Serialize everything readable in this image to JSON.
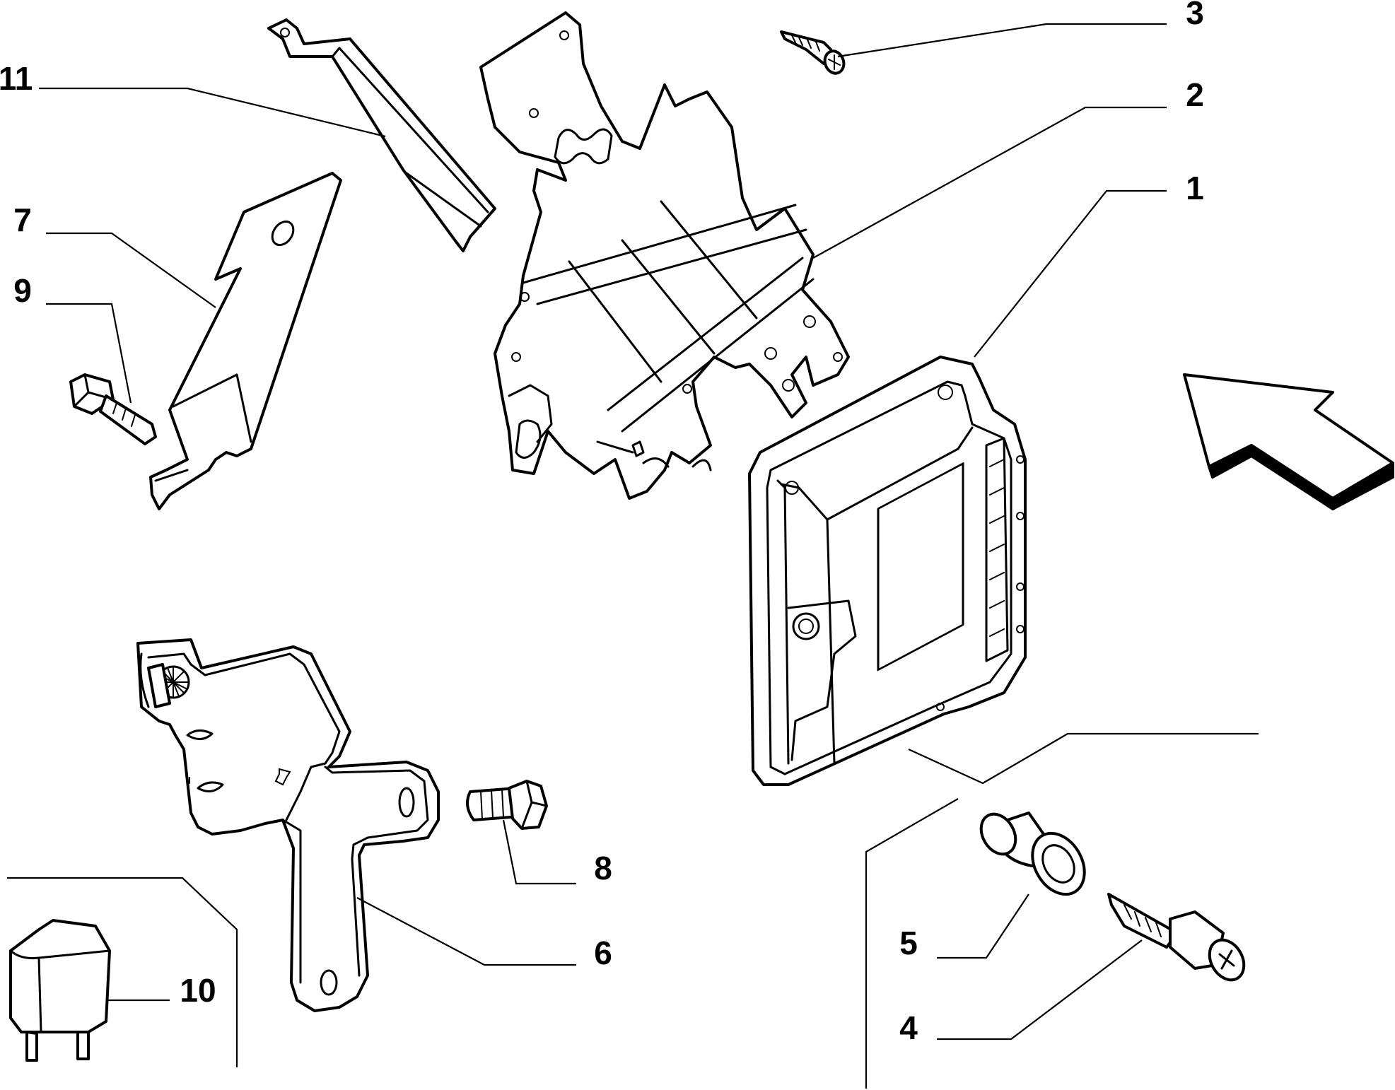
{
  "callouts": {
    "c1": "1",
    "c2": "2",
    "c3": "3",
    "c4": "4",
    "c5": "5",
    "c6": "6",
    "c7": "7",
    "c8": "8",
    "c9": "9",
    "c10": "10",
    "c11": "11"
  },
  "colors": {
    "line": "#000000",
    "background": "#ffffff"
  },
  "icons": [
    "direction-arrow-icon"
  ]
}
